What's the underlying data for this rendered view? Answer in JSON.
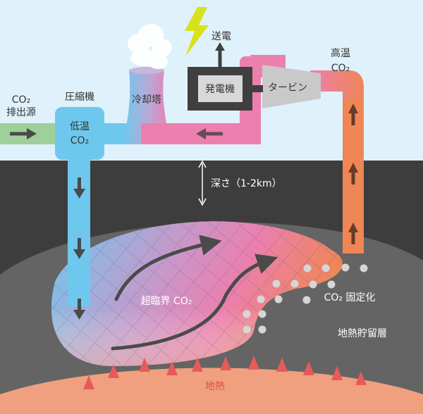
{
  "labels": {
    "power_out": "送電",
    "high_temp": "高温",
    "co2_hot": "CO₂",
    "generator": "発電機",
    "turbine": "タービン",
    "cooling_tower": "冷却塔",
    "compressor": "圧縮機",
    "co2_source_line1": "CO₂",
    "co2_source_line2": "排出源",
    "low_temp": "低温",
    "co2_cold": "CO₂",
    "depth": "深さ（1-2km）",
    "supercritical": "超臨界 CO₂",
    "co2_fixation": "CO₂ 固定化",
    "reservoir": "地熱貯留層",
    "geothermal": "地熱"
  },
  "colors": {
    "sky": "#dff1fa",
    "cold_pipe": "#6ec8ee",
    "hot_pipe": "#ef8656",
    "pink_pipe": "#eb7fae",
    "source_pipe": "#9fcf9a",
    "rock_dark": "#3d3d3d",
    "rock_mid": "#646464",
    "magma": "#f0a07e",
    "lightning": "#d8e21c"
  },
  "icons": {
    "lightning": "lightning-bolt-icon",
    "heat": "heat-triangle-icon"
  }
}
